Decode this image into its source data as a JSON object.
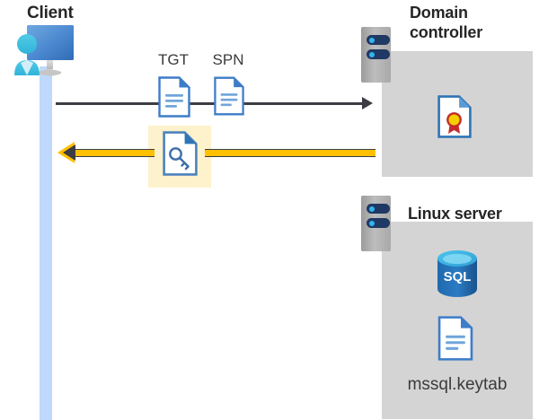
{
  "diagram": {
    "title_visible": false,
    "type": "kerberos-authentication-flow"
  },
  "actors": {
    "client": {
      "label": "Client",
      "icon": "client-workstation-icon"
    },
    "domain_controller": {
      "label_line1": "Domain",
      "label_line2": "controller",
      "label": "Domain controller",
      "icon": "server-rack-icon",
      "contents": [
        {
          "icon": "certificate-document-icon",
          "label": ""
        }
      ]
    },
    "linux_server": {
      "label": "Linux server",
      "icon": "server-rack-icon",
      "contents": [
        {
          "icon": "sql-database-icon",
          "label": "SQL"
        },
        {
          "icon": "keytab-document-icon",
          "label": "mssql.keytab"
        }
      ]
    }
  },
  "messages": [
    {
      "id": "request",
      "direction": "client-to-domain-controller",
      "style": "black-arrow",
      "payload_labels": [
        "TGT",
        "SPN"
      ],
      "payload_icons": [
        "tgt-document-icon",
        "spn-document-icon"
      ]
    },
    {
      "id": "reply",
      "direction": "domain-controller-to-client",
      "style": "yellow-highlighted-arrow",
      "payload_labels": [],
      "payload_icons": [
        "service-ticket-key-document-icon"
      ],
      "highlighted": true
    }
  ],
  "colors": {
    "panel_gray": "#d4d4d4",
    "lifeline_blue": "#bed9fb",
    "arrow_yellow": "#ffc000",
    "arrow_dark": "#3c3c44",
    "highlight_yellow": "#fdf2cc",
    "doc_blue": "#3d7cc9",
    "sql_blue": "#1f68ad",
    "cert_gold": "#f5d000",
    "cert_red": "#c42b2b",
    "rack_navy": "#1f3864",
    "rack_cyan": "#32b4ee",
    "text_dark": "#262626"
  },
  "labels": {
    "tgt": "TGT",
    "spn": "SPN",
    "keytab_filename": "mssql.keytab",
    "sql_text": "SQL"
  }
}
